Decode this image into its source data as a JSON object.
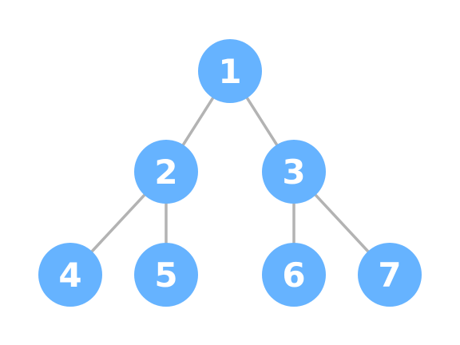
{
  "colors": {
    "node_fill": "#66b3ff",
    "edge_stroke": "#b3b3b3",
    "label": "#ffffff"
  },
  "tree": {
    "nodes": [
      {
        "id": "1",
        "label": "1",
        "parent": null
      },
      {
        "id": "2",
        "label": "2",
        "parent": "1"
      },
      {
        "id": "3",
        "label": "3",
        "parent": "1"
      },
      {
        "id": "4",
        "label": "4",
        "parent": "2"
      },
      {
        "id": "5",
        "label": "5",
        "parent": "2"
      },
      {
        "id": "6",
        "label": "6",
        "parent": "3"
      },
      {
        "id": "7",
        "label": "7",
        "parent": "3"
      }
    ]
  }
}
